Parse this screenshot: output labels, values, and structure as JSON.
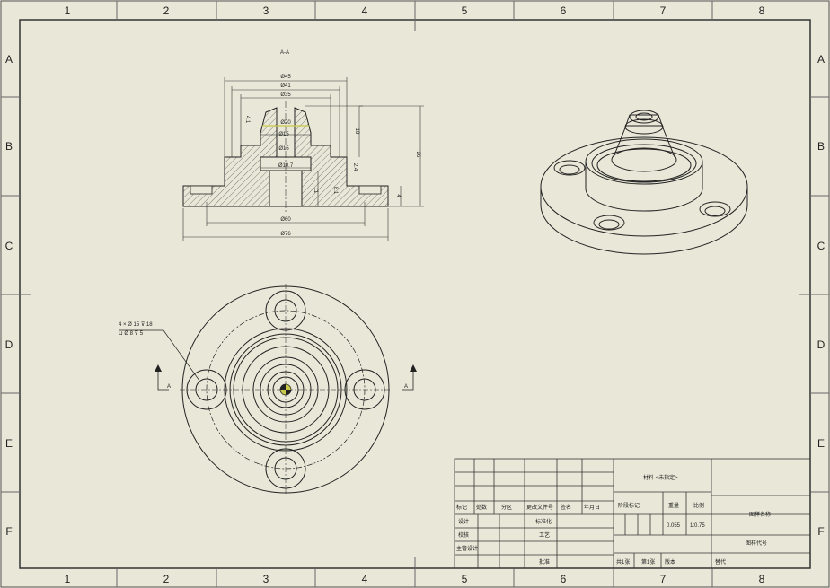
{
  "border": {
    "columns": [
      "1",
      "2",
      "3",
      "4",
      "5",
      "6",
      "7",
      "8"
    ],
    "rows": [
      "A",
      "B",
      "C",
      "D",
      "E",
      "F"
    ]
  },
  "section_view": {
    "label": "A-A",
    "dims": {
      "d45": "Ø45",
      "d41": "Ø41",
      "d35": "Ø35",
      "d20": "Ø20",
      "d15a": "Ø15",
      "d15b": "Ø15",
      "d10": "Ø10.7",
      "d60": "Ø60",
      "d76": "Ø76",
      "h18": "18",
      "h26": "26",
      "h4": "4",
      "h11": "11",
      "h8": "8.1",
      "h24": "2.4",
      "h41": "4.1"
    }
  },
  "top_view": {
    "hole_callout_1": "4 × Ø 15 ⊽ 18",
    "hole_callout_2": "⊔ Ø 8 ⊽ 5",
    "section_mark": "A"
  },
  "title_block": {
    "header_cells": [
      "标记",
      "处数",
      "分区",
      "更改文件号",
      "签名",
      "年月日"
    ],
    "row_labels": [
      "设计",
      "校核",
      "主管设计"
    ],
    "mid_labels": [
      "标准化",
      "工艺",
      "批准"
    ],
    "material": "材料 <未指定>",
    "stage_headers": [
      "阶段标记",
      "重量",
      "比例"
    ],
    "weight": "0.055",
    "scale": "1:0.75",
    "drawing_name": "图样名称",
    "drawing_code": "图样代号",
    "sheet_total": "共1张",
    "sheet_num": "第1张",
    "version": "版本",
    "replace": "替代"
  }
}
